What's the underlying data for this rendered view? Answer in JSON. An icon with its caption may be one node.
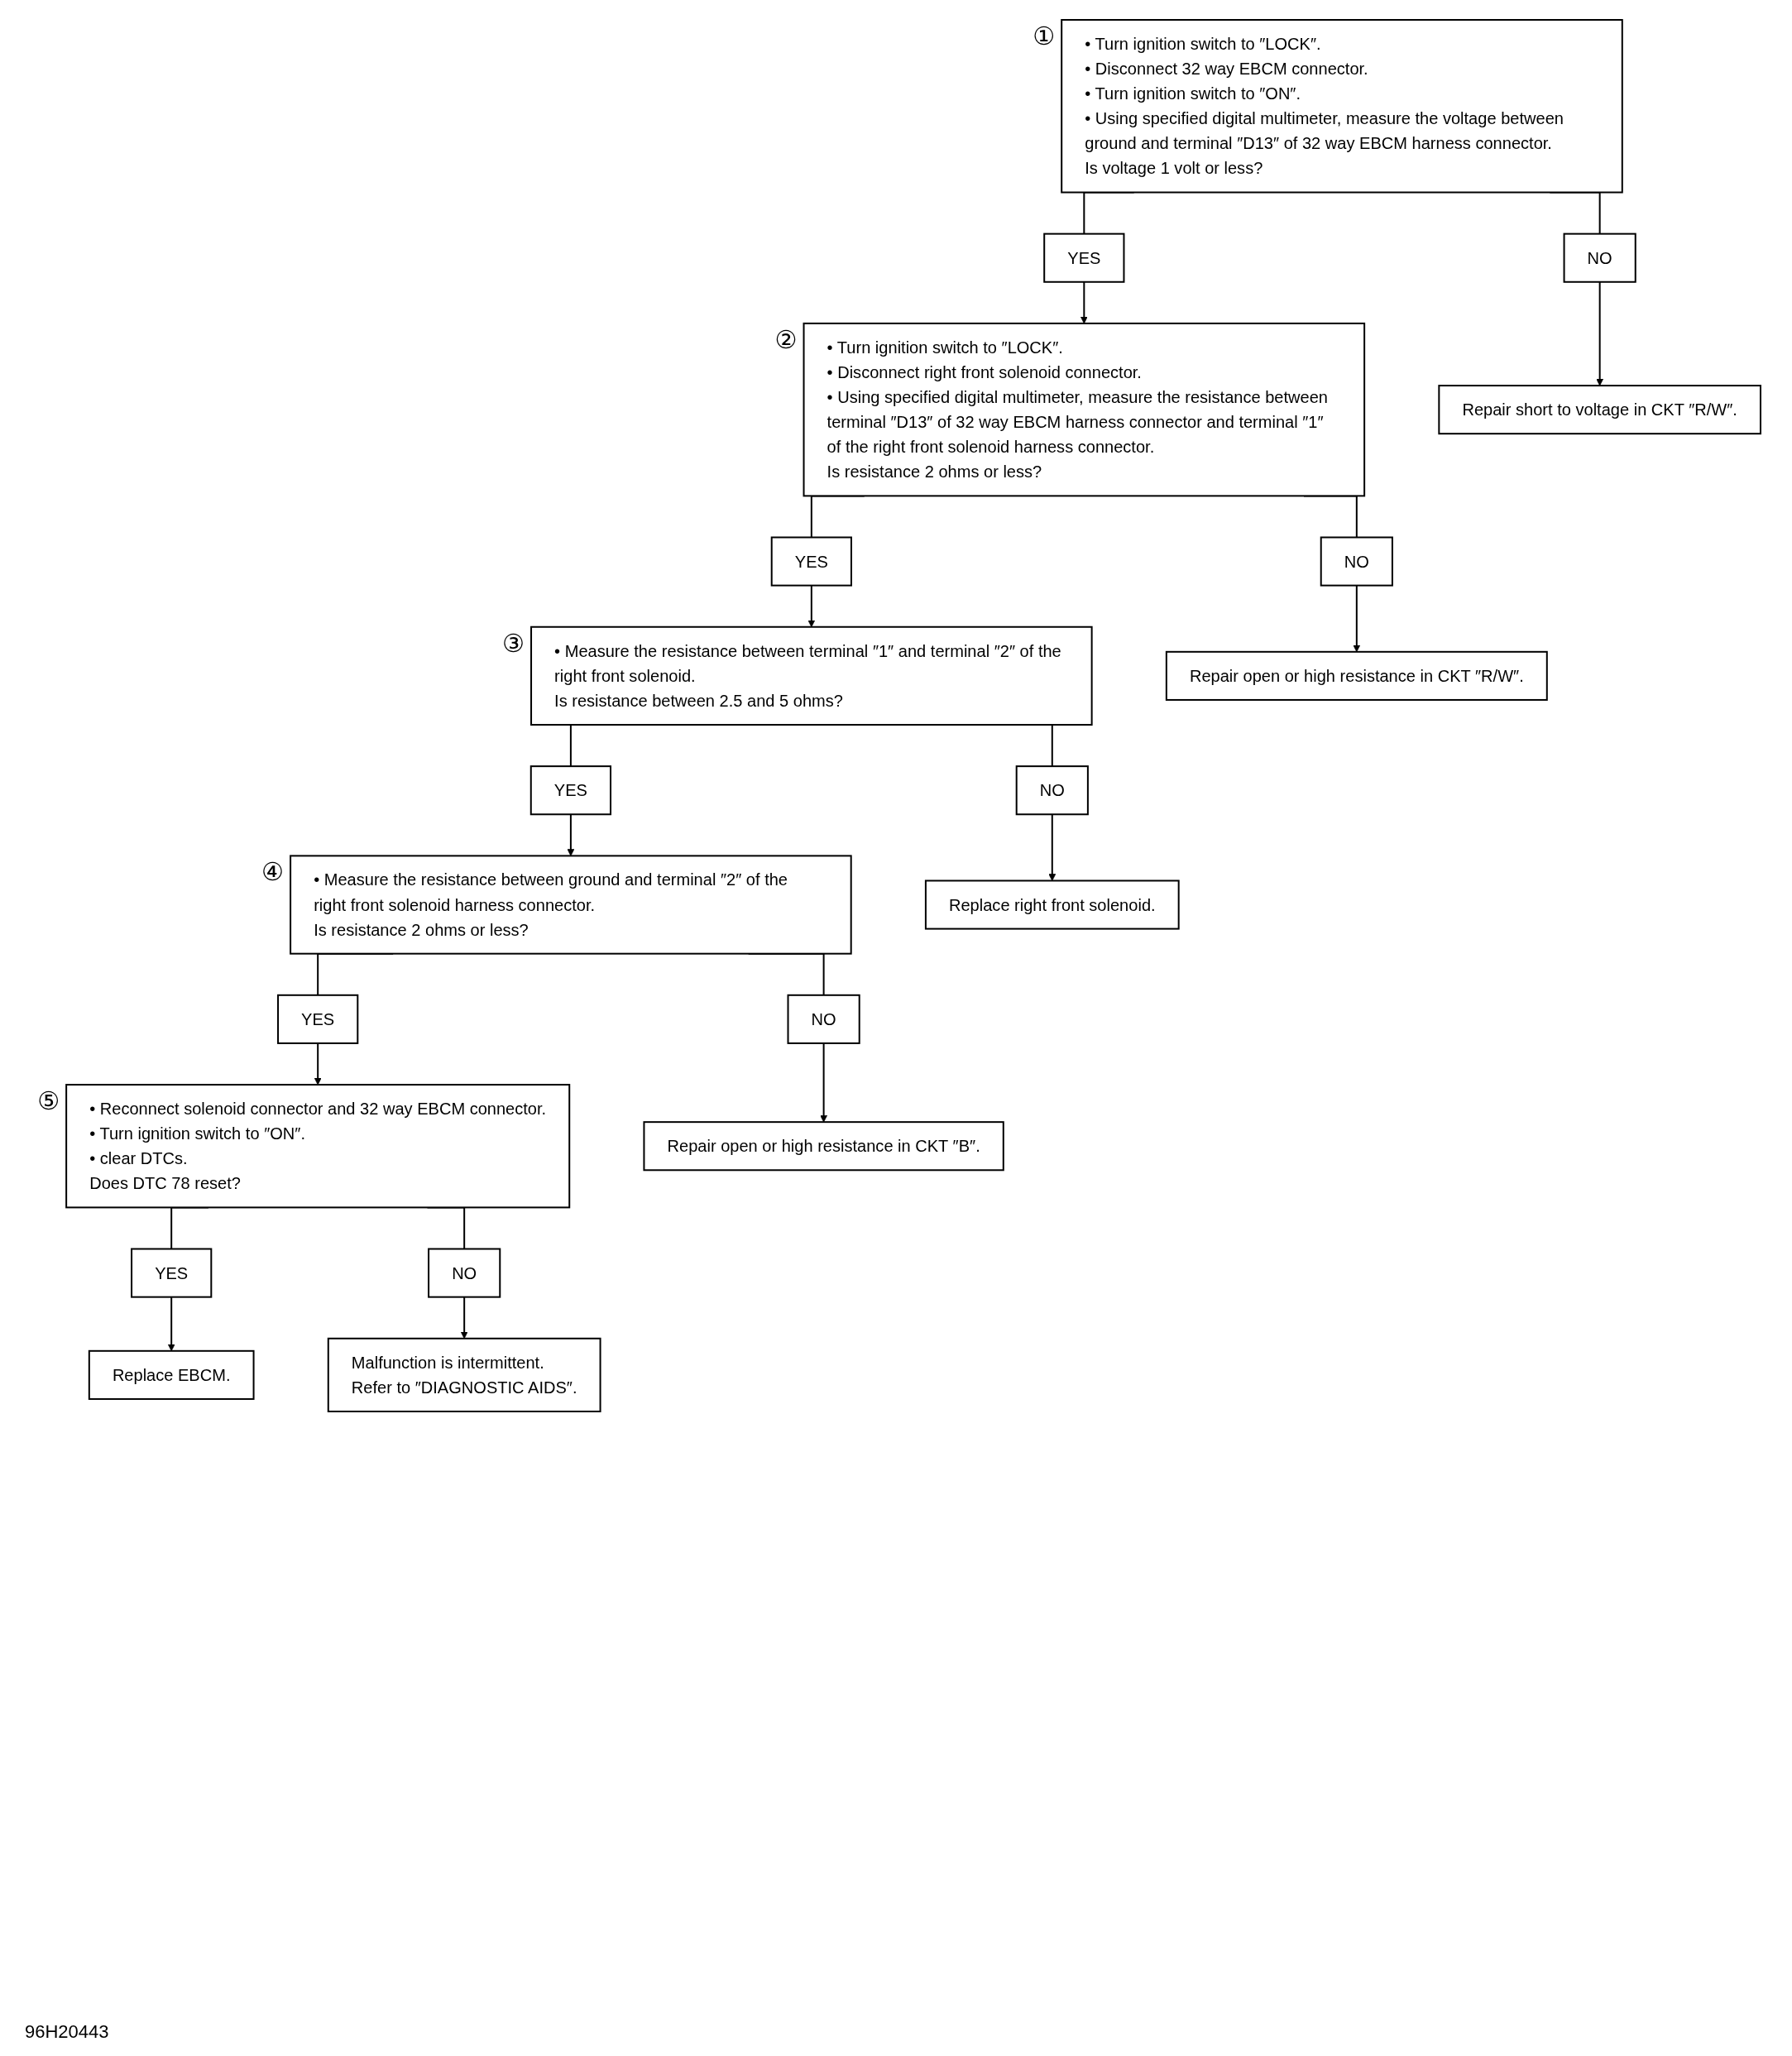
{
  "diagram": {
    "nodes": [
      {
        "text": [
          "• Turn ignition switch to ″LOCK″.",
          "• Disconnect 32 way EBCM connector.",
          "• Turn ignition switch to ″ON″.",
          "• Using specified digital multimeter, measure the voltage between ground and terminal ″D13″ of 32 way EBCM harness connector.",
          "Is voltage 1 volt or less?"
        ],
        "beside": [
          "①"
        ]
      },
      {
        "text": [
          "YES"
        ]
      },
      {
        "text": [
          "NO"
        ]
      },
      {
        "text": [
          "• Turn ignition switch to ″LOCK″.",
          "• Disconnect right front solenoid connector.",
          "• Using specified digital multimeter, measure the resistance between terminal ″D13″ of 32 way EBCM harness connector and terminal ″1″ of the right front solenoid harness connector.",
          "Is resistance 2 ohms or less?"
        ],
        "beside": [
          "②"
        ]
      },
      {
        "text": [
          "Repair short to voltage in CKT ″R/W″."
        ]
      },
      {
        "text": [
          "YES"
        ]
      },
      {
        "text": [
          "NO"
        ]
      },
      {
        "text": [
          "• Measure the resistance between terminal ″1″ and terminal ″2″ of the right front solenoid.",
          "Is resistance between 2.5 and 5 ohms?"
        ],
        "beside": [
          "③"
        ]
      },
      {
        "text": [
          "Repair open or high resistance in CKT ″R/W″."
        ]
      },
      {
        "text": [
          "YES"
        ]
      },
      {
        "text": [
          "NO"
        ]
      },
      {
        "text": [
          "• Measure the resistance between ground and terminal ″2″ of the right front solenoid harness connector.",
          "Is resistance 2 ohms or less?"
        ],
        "beside": [
          "④"
        ]
      },
      {
        "text": [
          "Replace right front solenoid."
        ]
      },
      {
        "text": [
          "YES"
        ]
      },
      {
        "text": [
          "NO"
        ]
      },
      {
        "text": [
          "• Reconnect solenoid connector and 32 way EBCM connector.",
          "• Turn ignition switch to ″ON″.",
          "• clear DTCs.",
          "Does DTC 78 reset?"
        ],
        "beside": [
          "⑤"
        ]
      },
      {
        "text": [
          "Repair open or high resistance in CKT ″B″."
        ]
      },
      {
        "text": [
          "YES"
        ]
      },
      {
        "text": [
          "NO"
        ]
      },
      {
        "text": [
          "Replace EBCM."
        ]
      },
      {
        "text": [
          "Malfunction is intermittent.",
          "Refer to ″DIAGNOSTIC AIDS″."
        ]
      }
    ],
    "edges": [
      {
        "from": 0,
        "to": 1,
        "arrow": "none"
      },
      {
        "from": 0,
        "to": 2,
        "arrow": "none"
      },
      {
        "from": 1,
        "to": 3,
        "arrow": "to"
      },
      {
        "from": 2,
        "to": 4,
        "arrow": "to"
      },
      {
        "from": 3,
        "to": 5,
        "arrow": "none"
      },
      {
        "from": 3,
        "to": 6,
        "arrow": "none"
      },
      {
        "from": 5,
        "to": 7,
        "arrow": "to"
      },
      {
        "from": 6,
        "to": 8,
        "arrow": "to"
      },
      {
        "from": 7,
        "to": 9,
        "arrow": "none"
      },
      {
        "from": 7,
        "to": 10,
        "arrow": "none"
      },
      {
        "from": 9,
        "to": 11,
        "arrow": "to"
      },
      {
        "from": 10,
        "to": 12,
        "arrow": "to"
      },
      {
        "from": 11,
        "to": 13,
        "arrow": "none"
      },
      {
        "from": 11,
        "to": 14,
        "arrow": "none"
      },
      {
        "from": 13,
        "to": 15,
        "arrow": "to"
      },
      {
        "from": 14,
        "to": 16,
        "arrow": "to"
      },
      {
        "from": 15,
        "to": 17,
        "arrow": "none"
      },
      {
        "from": 15,
        "to": 18,
        "arrow": "none"
      },
      {
        "from": 17,
        "to": 19,
        "arrow": "to"
      },
      {
        "from": 18,
        "to": 20,
        "arrow": "to"
      }
    ],
    "labels": [
      "96H20443"
    ]
  }
}
